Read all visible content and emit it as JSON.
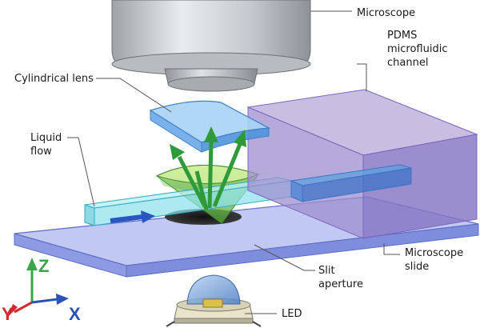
{
  "labels": {
    "microscope": "Microscope",
    "pdms_line1": "PDMS",
    "pdms_line2": "microfluidic",
    "pdms_line3": "channel",
    "cyl_lens": "Cylindrical lens",
    "liquid_line1": "Liquid",
    "liquid_line2": "flow",
    "slit_line1": "Slit",
    "slit_line2": "aperture",
    "slide_line1": "Microscope",
    "slide_line2": "slide",
    "led": "LED"
  },
  "axes": {
    "z": "Z",
    "y": "Y",
    "x": "X"
  },
  "colors": {
    "axis_z": "#3aa64a",
    "axis_y": "#d22a2a",
    "axis_x": "#2a52b8",
    "leader": "#555555"
  }
}
